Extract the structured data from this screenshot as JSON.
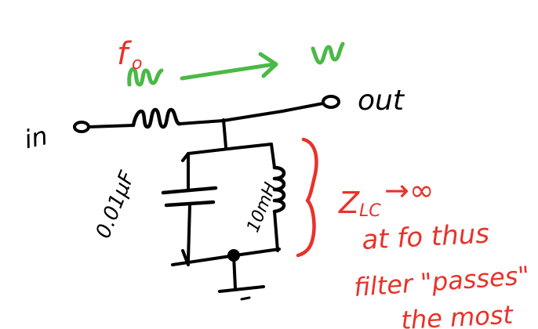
{
  "labels": {
    "f0_base": "f",
    "f0_sub": "o",
    "input": "in",
    "output": "out",
    "capacitor": "0.01µF",
    "inductor": "10mH",
    "impedance": "Z",
    "impedance_sub": "LC",
    "impedance_arrow": "→∞",
    "note_line1": "at fo thus",
    "note_line2": "filter \"passes\"",
    "note_line3": "the most"
  },
  "colors": {
    "ink": "#000000",
    "annotation": "#e8322a",
    "signal": "#4bb947"
  },
  "icons": [
    "resistor-zigzag",
    "capacitor",
    "inductor-coil",
    "ground-symbol",
    "signal-wave"
  ]
}
